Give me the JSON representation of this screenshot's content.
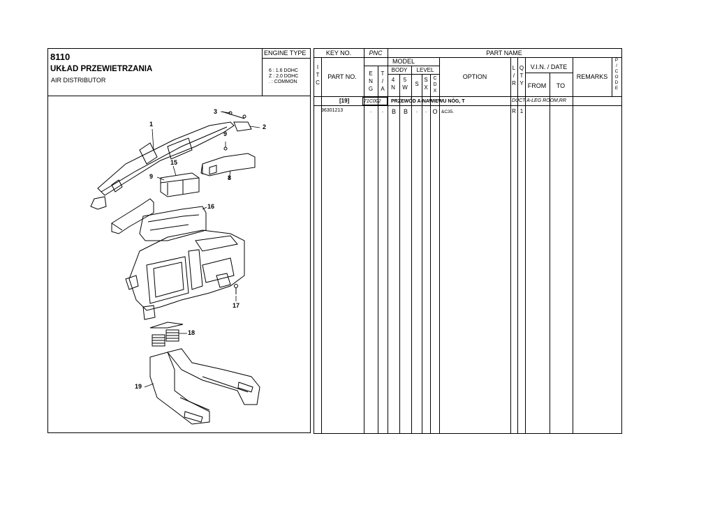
{
  "header": {
    "group_number": "8110",
    "group_title_pl": "UKŁAD PRZEWIETRZANIA",
    "group_title_en": "AIR DISTRIBUTOR",
    "engine_type_label": "ENGINE TYPE",
    "engine_codes": [
      "6 : 1.6 DOHC",
      "Z : 2.0 DOHC",
      ". : COMMON"
    ]
  },
  "table_header": {
    "key_no": "KEY NO.",
    "pnc": "PNC",
    "part_name": "PART NAME",
    "itc": [
      "I",
      "T",
      "C"
    ],
    "part_no": "PART NO.",
    "model": "MODEL",
    "eng": [
      "E",
      "N",
      "G"
    ],
    "ta": [
      "T",
      "/",
      "A"
    ],
    "body": "BODY",
    "level": "LEVEL",
    "body_4n": [
      "4",
      "N"
    ],
    "body_5w": [
      "5",
      "W"
    ],
    "level_s": "S",
    "level_sx": [
      "S",
      "X"
    ],
    "level_cdx": [
      "C",
      "D",
      "X"
    ],
    "option": "OPTION",
    "lr": [
      "L",
      "/",
      "R"
    ],
    "qty": [
      "Q",
      "T",
      "Y"
    ],
    "vin_date": "V.I.N. / DATE",
    "from": "FROM",
    "to": "TO",
    "remarks": "REMARKS",
    "pcode": [
      "P",
      "/",
      "C",
      "O",
      "D",
      "E"
    ]
  },
  "parts": [
    {
      "key_no": "[19]",
      "pnc": "71C002",
      "name_pl": "PRZEWÓD A-NAWIEWU NÓG, T",
      "name_en": "DUCT A-LEG ROOM,RR",
      "part_no": "96301213",
      "eng": ".",
      "ta": ".",
      "body_4n": "B",
      "body_5w": "B",
      "level_s": ".",
      "level_sx": ".",
      "level_cdx": "O",
      "option": "&C35.",
      "lr": "R",
      "qty": "1"
    }
  ],
  "diagram_callouts": [
    "1",
    "2",
    "3",
    "8",
    "9",
    "9",
    "15",
    "16",
    "17",
    "18",
    "19"
  ]
}
